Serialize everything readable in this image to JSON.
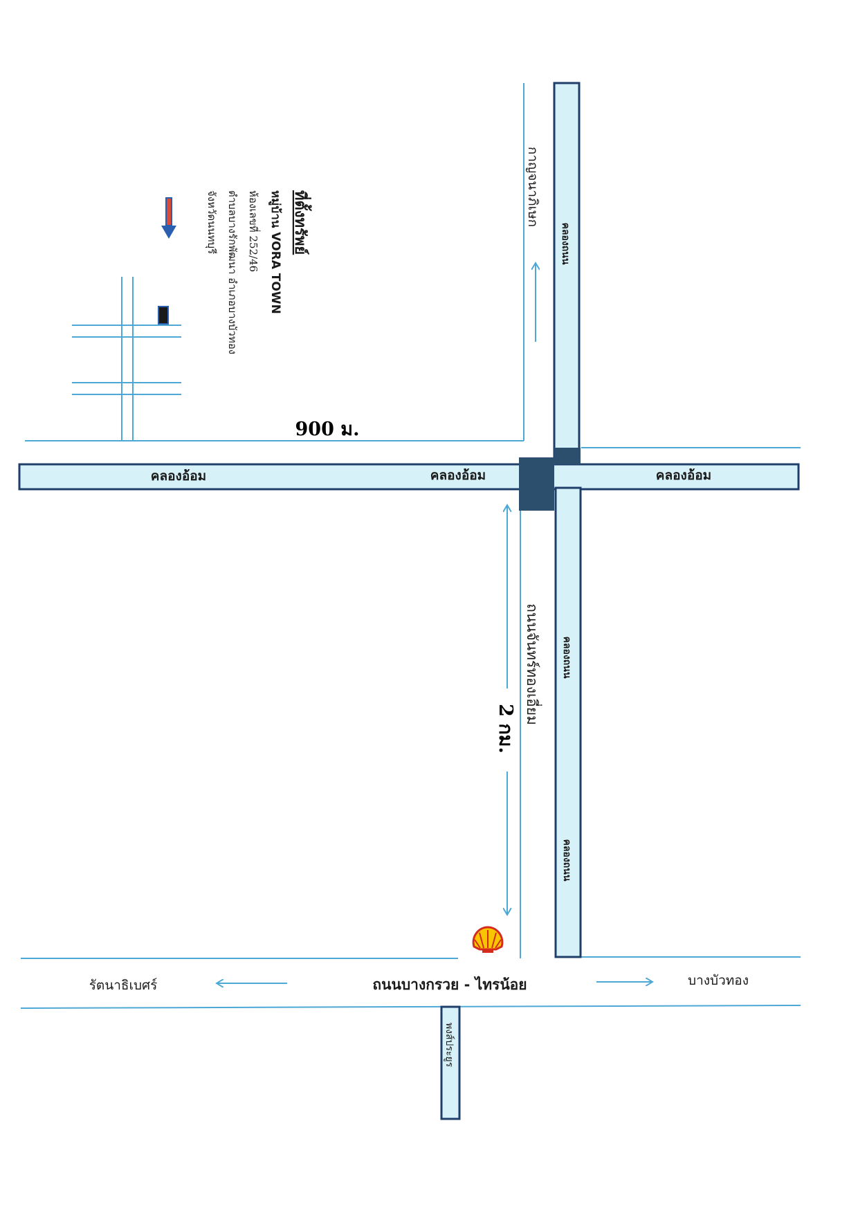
{
  "colors": {
    "canal_fill": "#d6f1f8",
    "canal_stroke": "#1f3f6a",
    "road_line": "#4ea8d6",
    "junction": "#2d4f6e",
    "arrow_red": "#d84a3a",
    "arrow_blue": "#2a5fb0",
    "shell_red": "#d52b1e",
    "shell_yellow": "#f7c600"
  },
  "icons": [
    "shell-logo-icon",
    "house-marker-icon",
    "down-arrow-icon"
  ],
  "map": {
    "canal_horizontal": "คลองอ้อม",
    "canal_vertical": "คลองถนน",
    "main_road": "ถนนบางกรวย - ไทรน้อย",
    "left_destination": "รัตนาธิเบศร์",
    "right_destination": "บางบัวทอง",
    "upper_road": "กาญจนาภิเษก",
    "side_road": "ถนนจันทร์ทองเอี่ยม",
    "distance_north": "900 ม.",
    "distance_south": "2 กม.",
    "bottom_road": "พงส์ประยูร"
  },
  "address": {
    "heading": "ที่ตั้งทรัพย์",
    "village": "หมู่บ้าน VORA TOWN",
    "house_no": "ห้องเลขที่ 252/46",
    "subdistrict": "ตำบลบางรักพัฒนา อำเภอบางบัวทอง",
    "province": "จังหวัดนนทบุรี"
  }
}
